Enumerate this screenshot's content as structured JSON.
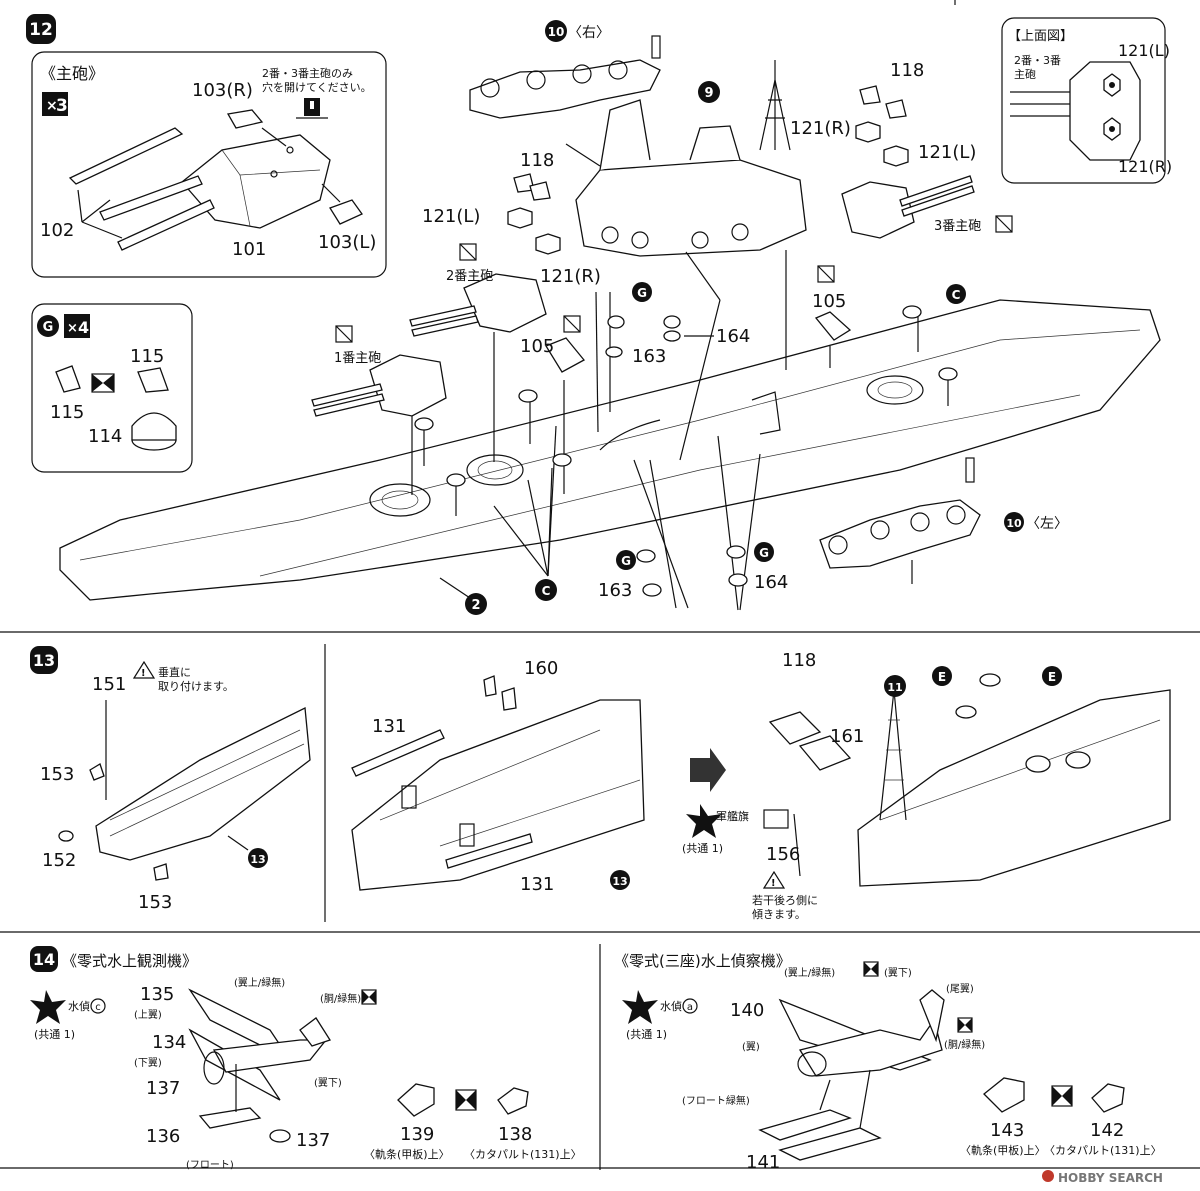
{
  "footer_watermark": "HOBBY SEARCH",
  "steps": [
    {
      "number": "12",
      "inset_main_gun": {
        "title": "《主砲》",
        "multiplier": "3",
        "note": "2番・3番主砲のみ穴を開けてください。",
        "note_line1": "2番・3番主砲のみ",
        "note_line2": "穴を開けてください。",
        "parts": [
          "103(R)",
          "102",
          "101",
          "103(L)"
        ]
      },
      "inset_top_view": {
        "title": "【上面図】",
        "label_turrets": "2番・3番主砲",
        "label_turrets_line1": "2番・3番",
        "label_turrets_line2": "主砲",
        "parts": [
          "121(L)",
          "121(R)"
        ]
      },
      "inset_g": {
        "letter": "G",
        "multiplier": "4",
        "parts": [
          "115",
          "115",
          "114"
        ]
      },
      "turret_labels": {
        "t1": "1番主砲",
        "t2": "2番主砲",
        "t3": "3番主砲"
      },
      "parts": {
        "p10r": "10",
        "p10r_side": "〈右〉",
        "p10l": "10",
        "p10l_side": "〈左〉",
        "p9": "9",
        "p2": "2",
        "c": "C",
        "g": "G",
        "n118a": "118",
        "n121l": "121(L)",
        "n121r": "121(R)",
        "n118b": "118",
        "n121r2": "121(R)",
        "n121l2": "121(L)",
        "n105a": "105",
        "n105b": "105",
        "n164a": "164",
        "n163a": "163",
        "n163b": "163",
        "n164b": "164"
      }
    },
    {
      "number": "13",
      "p151": "151",
      "note_vertical": "垂直に取り付けます。",
      "note_vertical_line1": "垂直に",
      "note_vertical_line2": "取り付けます。",
      "p153a": "153",
      "p152": "152",
      "p153b": "153",
      "p13a": "13",
      "p160": "160",
      "p131a": "131",
      "p131b": "131",
      "p13b": "13",
      "p118": "118",
      "p11": "11",
      "e": "E",
      "p161": "161",
      "flag_label": "軍艦旗",
      "common": "(共通 1)",
      "p156": "156",
      "note_tilt": "若干後ろ側に傾きます。",
      "note_tilt_line1": "若干後ろ側に",
      "note_tilt_line2": "傾きます。"
    },
    {
      "number": "14",
      "left": {
        "title": "《零式水上観測機》",
        "decal": "水偵",
        "decal_mark": "c",
        "common": "(共通 1)",
        "callouts": {
          "wing_top": "(翼上/緑無)",
          "upper_wing": "(上翼)",
          "lower_wing": "(下翼)",
          "fuselage": "(胴/緑無)",
          "wing_bottom": "(翼下)",
          "float": "(フロート)"
        },
        "parts": {
          "p135": "135",
          "p134": "134",
          "p137a": "137",
          "p136": "136",
          "p137b": "137",
          "p139": "139",
          "p138": "138"
        },
        "rail_label": "〈軌条(甲板)上〉",
        "catapult_label": "〈カタパルト(131)上〉"
      },
      "right": {
        "title": "《零式(三座)水上偵察機》",
        "decal": "水偵",
        "decal_mark": "a",
        "common": "(共通 1)",
        "callouts": {
          "wing_top": "(翼上/緑無)",
          "wing_bottom": "(翼下)",
          "tail": "(尾翼)",
          "wing": "(翼)",
          "fuselage": "(胴/緑無)",
          "float": "(フロート緑無)"
        },
        "parts": {
          "p140": "140",
          "p141": "141",
          "p143": "143",
          "p142": "142"
        },
        "rail_label": "〈軌条(甲板)上〉",
        "catapult_label": "〈カタパルト(131)上〉"
      }
    }
  ]
}
